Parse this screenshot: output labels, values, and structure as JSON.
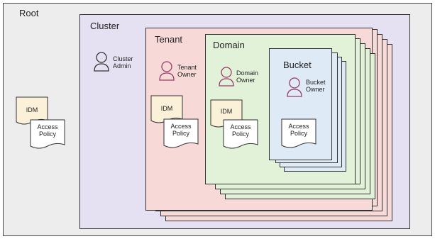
{
  "colors": {
    "root_bg": "#ededed",
    "cluster_bg": "#e6e1f2",
    "tenant_bg": "#f7dad7",
    "domain_bg": "#e1f2d9",
    "bucket_bg": "#dfeaf7",
    "doc_bg": "#fbf0d8",
    "person_stroke_cluster": "#333333",
    "person_stroke_other": "#9a3a6a"
  },
  "root": {
    "title": "Root",
    "idm": "IDM",
    "policy": "Access\nPolicy"
  },
  "cluster": {
    "title": "Cluster",
    "role": "Cluster\nAdmin"
  },
  "tenant": {
    "title": "Tenant",
    "role": "Tenant\nOwner",
    "idm": "IDM",
    "policy": "Access\nPolicy"
  },
  "domain": {
    "title": "Domain",
    "role": "Domain\nOwner",
    "idm": "IDM",
    "policy": "Access\nPolicy"
  },
  "bucket": {
    "title": "Bucket",
    "role": "Bucket\nOwner",
    "policy": "Access\nPolicy"
  }
}
